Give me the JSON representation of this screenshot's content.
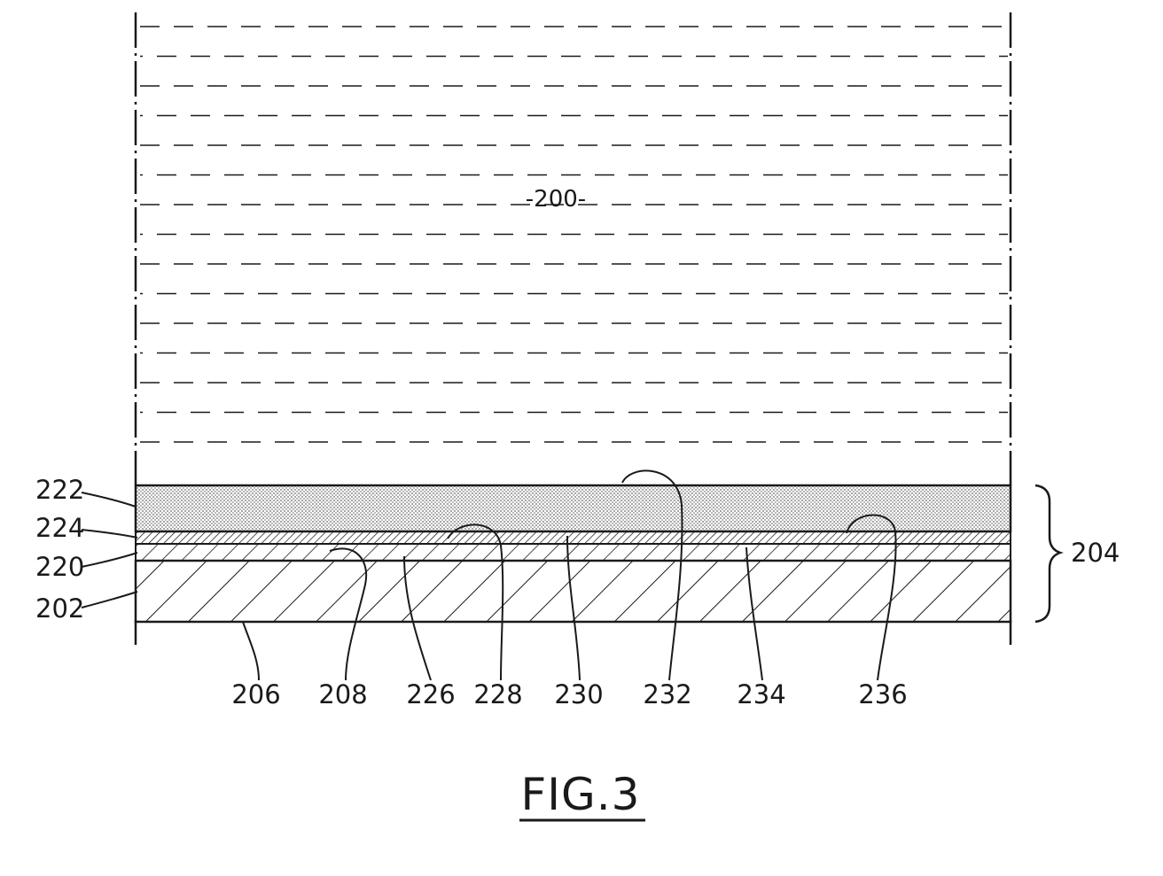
{
  "figure": {
    "title": "FIG.3",
    "medium_label": "-200-",
    "left_labels": [
      "222",
      "224",
      "220",
      "202"
    ],
    "bracket_label": "204",
    "bottom_labels": [
      "206",
      "208",
      "226",
      "228",
      "230",
      "232",
      "234",
      "236"
    ]
  }
}
